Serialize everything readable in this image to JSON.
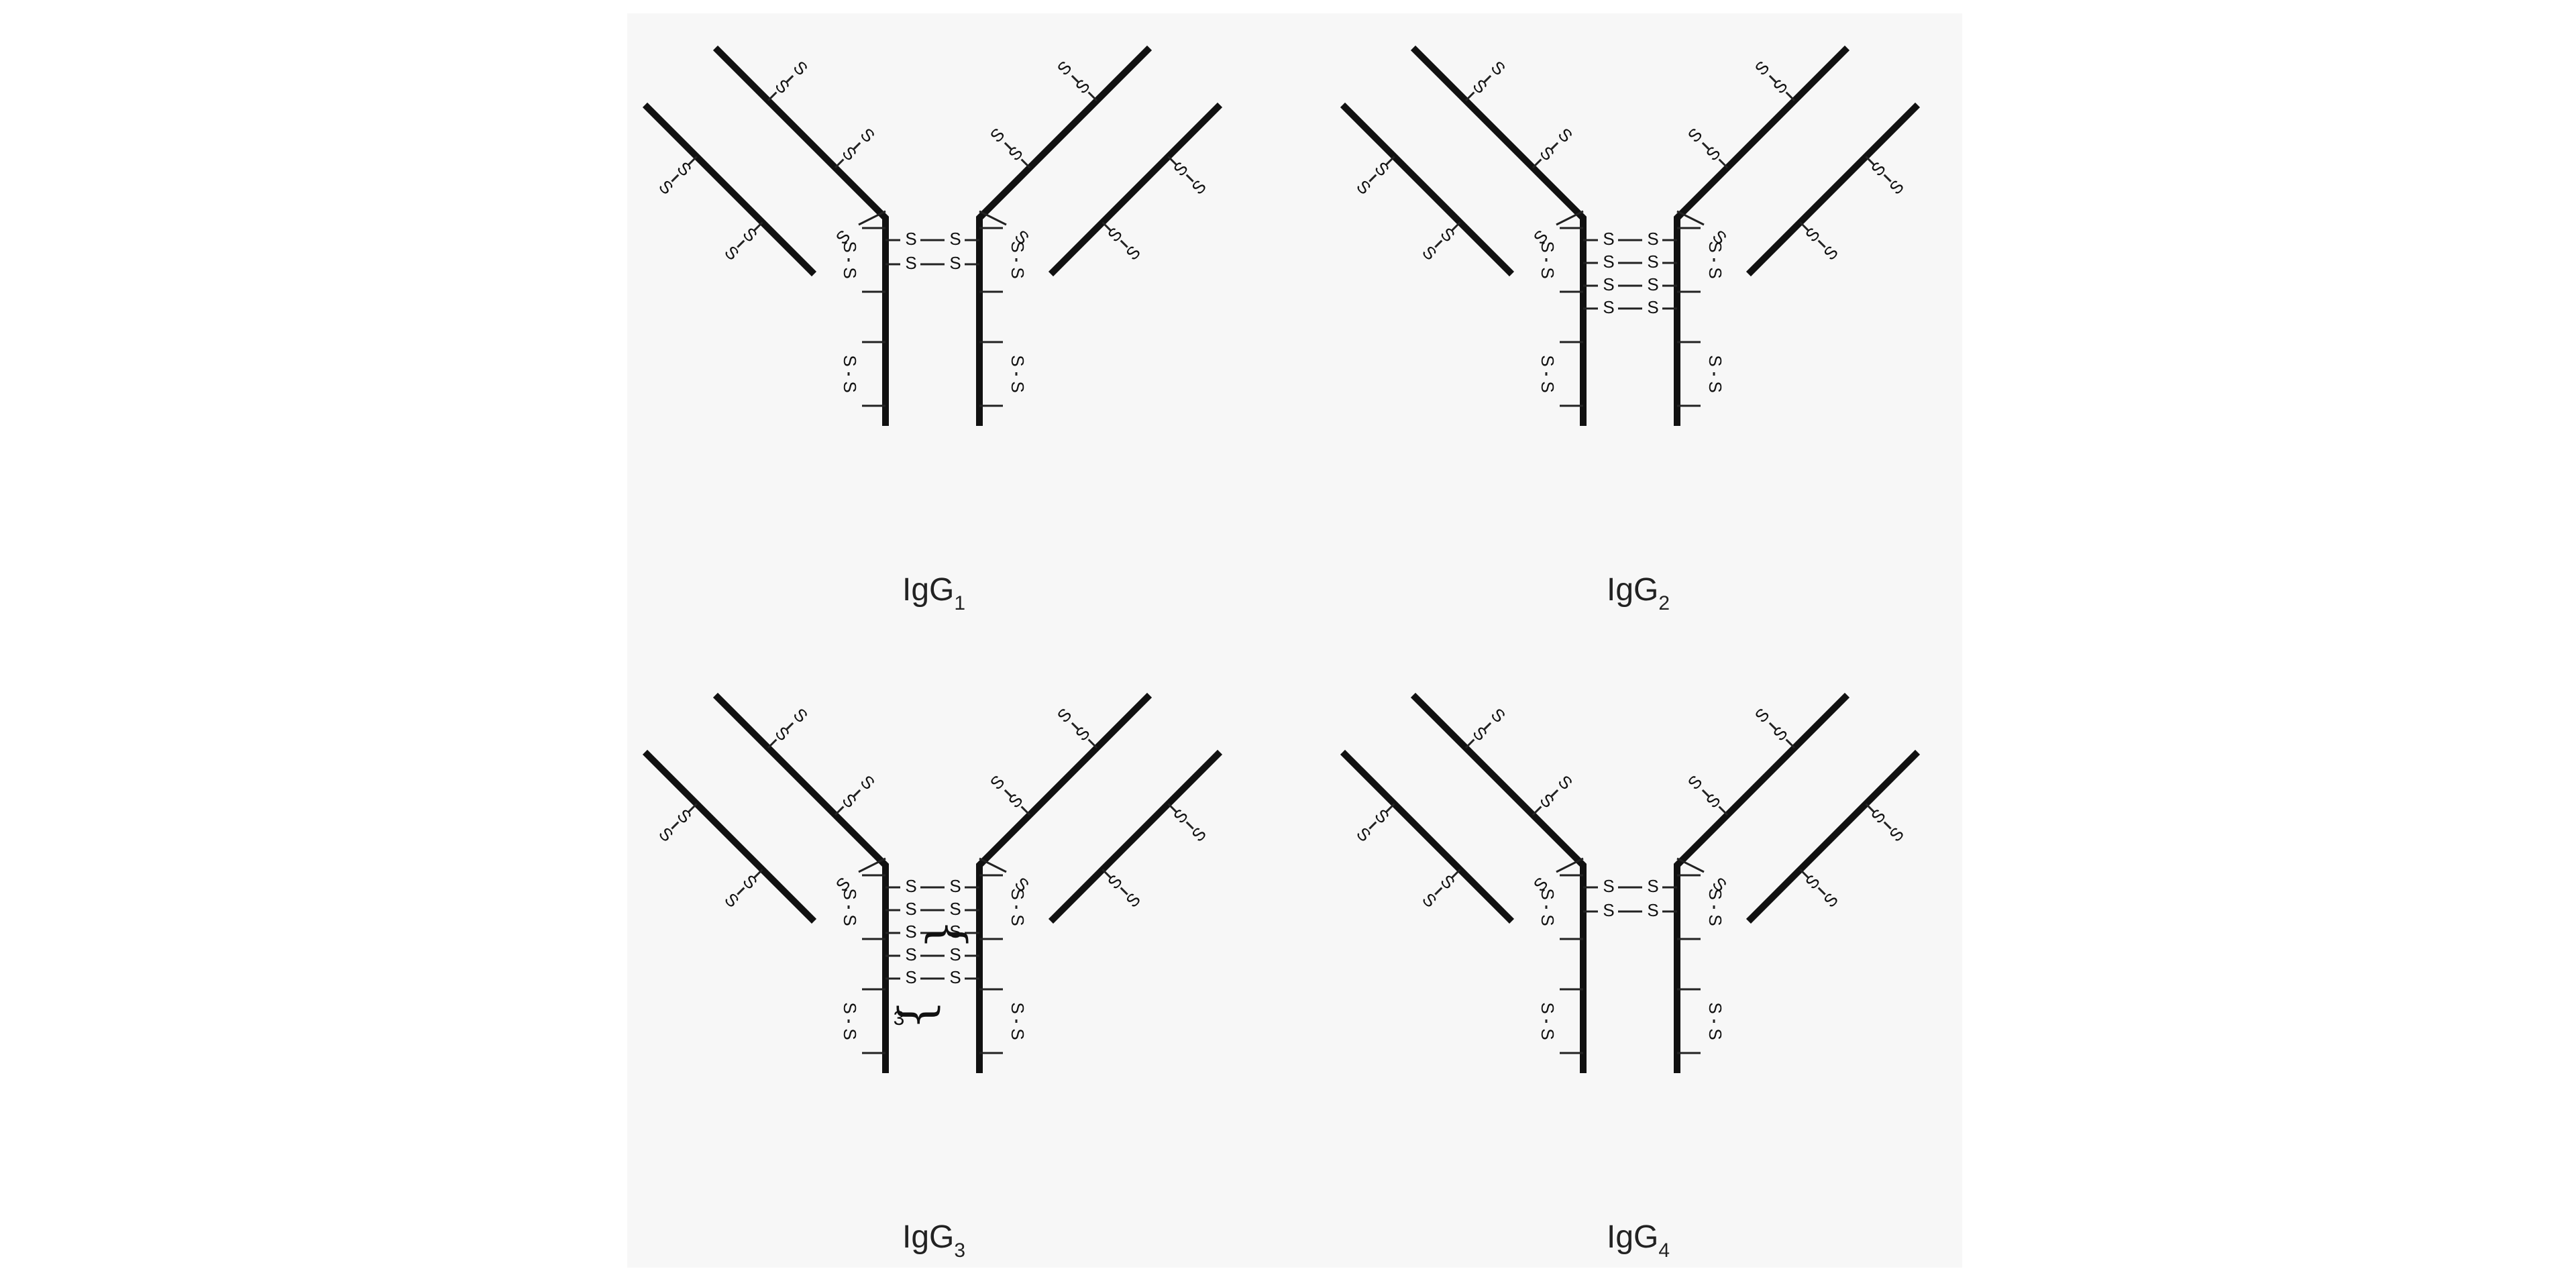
{
  "disulfide_symbol": "S",
  "bond_text": "S–S",
  "diagrams": [
    {
      "id": "igg1",
      "caption_main": "IgG",
      "caption_sub": "1",
      "hinge_bonds": 2
    },
    {
      "id": "igg2",
      "caption_main": "IgG",
      "caption_sub": "2",
      "hinge_bonds": 4
    },
    {
      "id": "igg3",
      "caption_main": "IgG",
      "caption_sub": "3",
      "hinge_bonds": 5,
      "brace_multiplier": "3"
    },
    {
      "id": "igg4",
      "caption_main": "IgG",
      "caption_sub": "4",
      "hinge_bonds": 2
    }
  ],
  "colors": {
    "line": "#111111",
    "background": "#f7f7f7"
  }
}
